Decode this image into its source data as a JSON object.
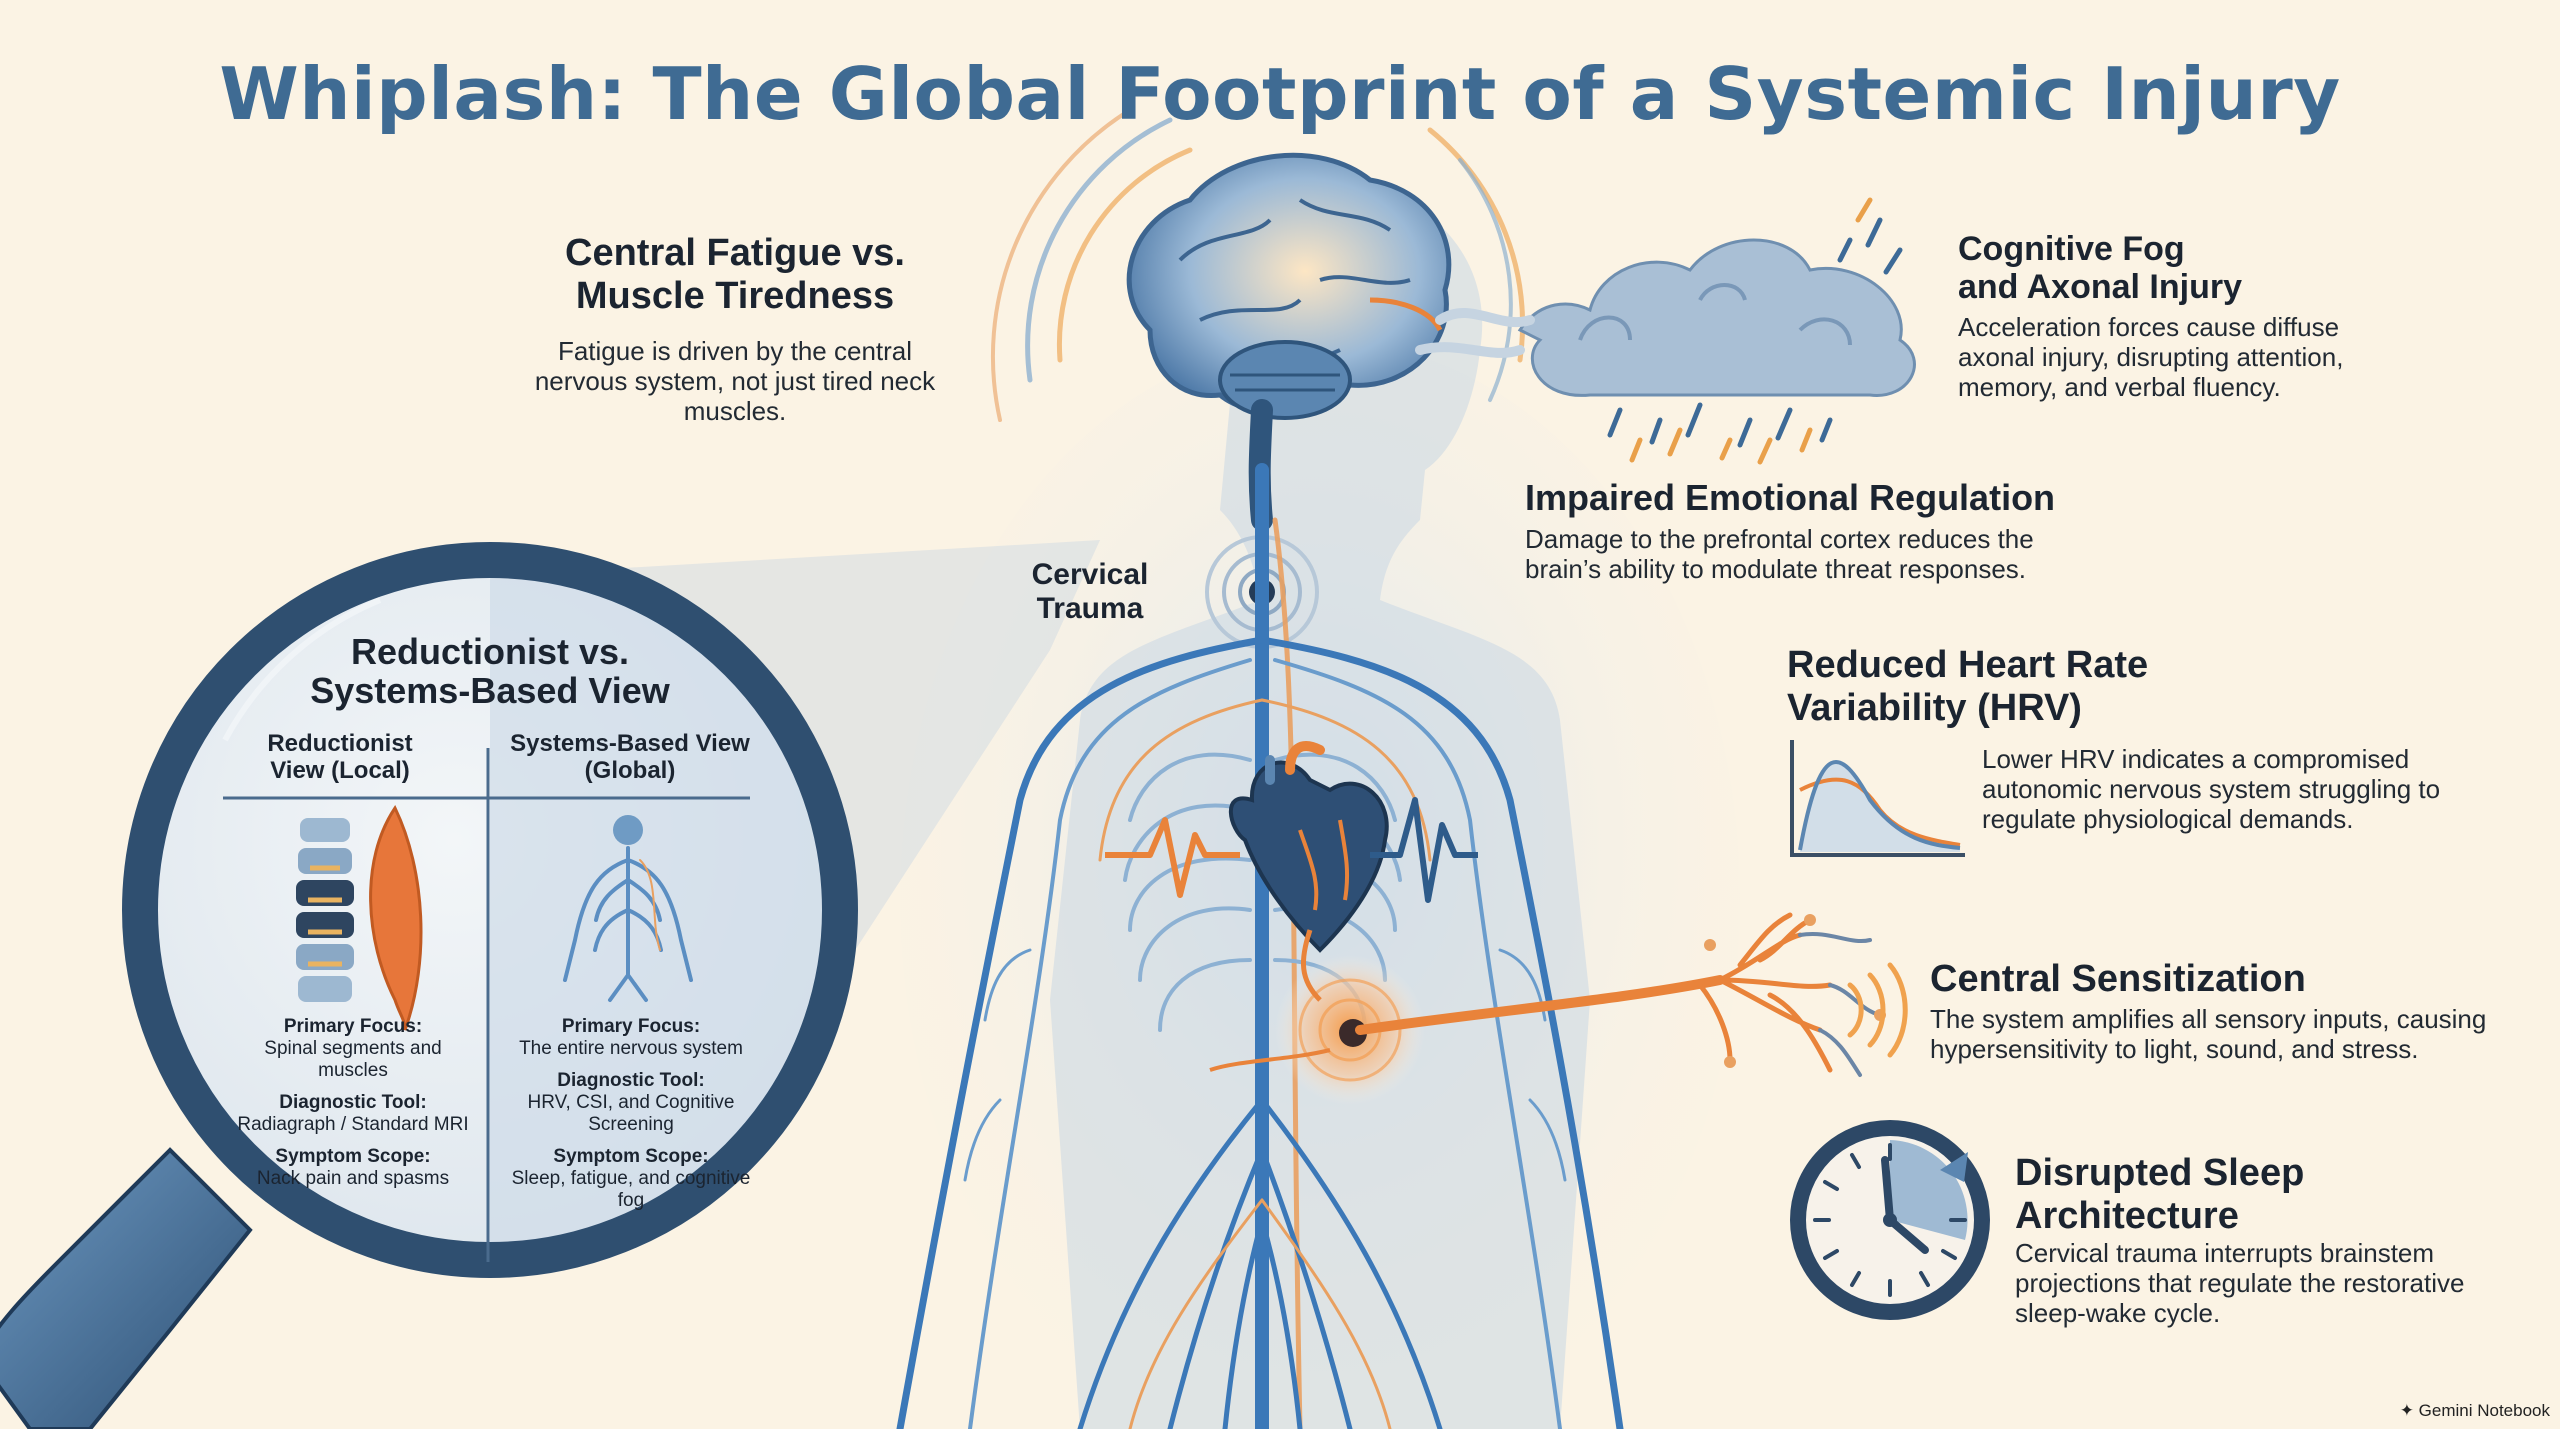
{
  "title": "Whiplash: The Global Footprint of a Systemic Injury",
  "central_fatigue": {
    "heading": "Central Fatigue vs. Muscle Tiredness",
    "body": "Fatigue is driven by the central nervous system, not just tired neck muscles."
  },
  "cervical_trauma": {
    "label": "Cervical Trauma"
  },
  "cognitive_fog": {
    "heading": "Cognitive Fog and Axonal Injury",
    "body": "Acceleration forces cause diffuse axonal injury, disrupting attention, memory, and verbal fluency."
  },
  "emotional_regulation": {
    "heading": "Impaired Emotional Regulation",
    "body": "Damage to the prefrontal cortex reduces the brain’s ability to modulate threat responses."
  },
  "hrv": {
    "heading": "Reduced Heart Rate Variability (HRV)",
    "body": "Lower HRV indicates a compromised autonomic nervous system struggling to regulate physiological demands."
  },
  "central_sensitization": {
    "heading": "Central Sensitization",
    "body": "The system amplifies all sensory inputs, causing hypersensitivity to light, sound, and stress."
  },
  "sleep": {
    "heading": "Disrupted Sleep Architecture",
    "body": "Cervical trauma interrupts brainstem projections that regulate the restorative sleep-wake cycle."
  },
  "comparison": {
    "heading": "Reductionist vs. Systems-Based View",
    "left": {
      "header": "Reductionist View (Local)",
      "focus_label": "Primary Focus:",
      "focus": "Spinal segments and muscles",
      "tool_label": "Diagnostic Tool:",
      "tool": "Radiagraph / Standard MRI",
      "scope_label": "Symptom Scope:",
      "scope": "Nack pain and spasms"
    },
    "right": {
      "header": "Systems-Based View (Global)",
      "focus_label": "Primary Focus:",
      "focus": "The entire nervous system",
      "tool_label": "Diagnostic Tool:",
      "tool": "HRV, CSI, and Cognitive Screening",
      "scope_label": "Symptom Scope:",
      "scope": "Sleep, fatigue, and cognitive fog"
    }
  },
  "footer": "Gemini Notebook",
  "colors": {
    "title": "#3f6b93",
    "nerve_blue": "#3b78b8",
    "orange": "#e9833a",
    "dark_navy": "#22405e",
    "background": "#fbf3e4"
  },
  "icons": [
    "brain-icon",
    "heart-icon",
    "cloud-icon",
    "clock-icon",
    "spine-icon",
    "muscle-icon",
    "nervous-system-icon",
    "magnifier-icon",
    "hrv-graph-icon"
  ]
}
